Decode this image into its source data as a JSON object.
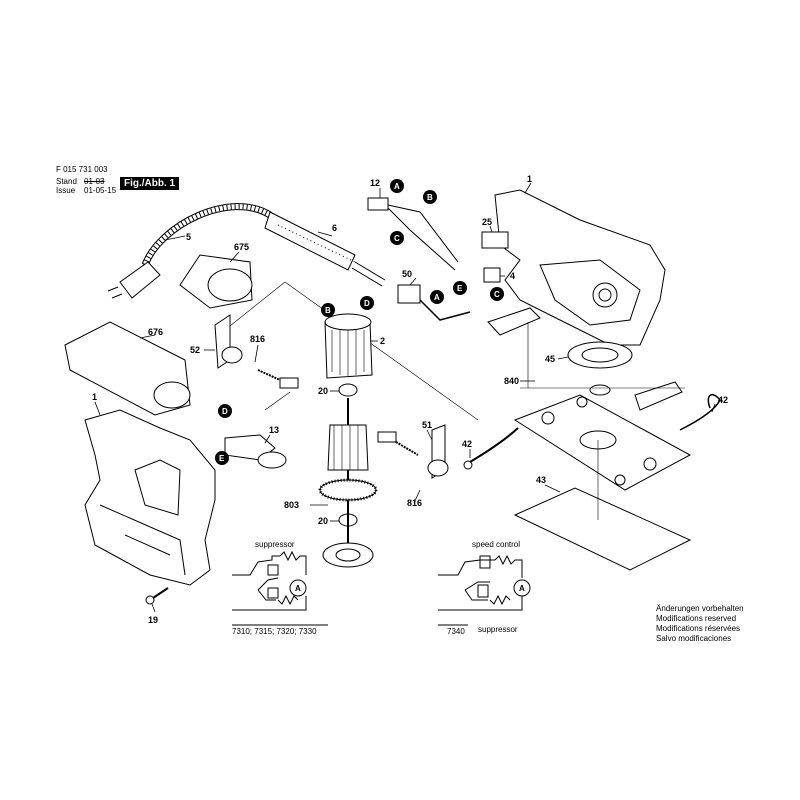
{
  "header": {
    "doc_number": "F 015 731 003",
    "stand_label": "Stand",
    "stand_value": "01-03",
    "issue_label": "Issue",
    "issue_value": "01-05-15",
    "figure_label": "Fig./Abb. 1"
  },
  "part_numbers": {
    "p1_top": "1",
    "p1_left": "1",
    "p2": "2",
    "p4": "4",
    "p5": "5",
    "p6": "6",
    "p12": "12",
    "p13": "13",
    "p19": "19",
    "p20a": "20",
    "p20b": "20",
    "p25": "25",
    "p42a": "42",
    "p42b": "42",
    "p43": "43",
    "p45": "45",
    "p50": "50",
    "p51": "51",
    "p52": "52",
    "p675": "675",
    "p676": "676",
    "p803": "803",
    "p816a": "816",
    "p816b": "816",
    "p840": "840"
  },
  "connectors": {
    "A1": "A",
    "A2": "A",
    "B1": "B",
    "B2": "B",
    "C1": "C",
    "C2": "C",
    "D1": "D",
    "D2": "D",
    "E1": "E",
    "E2": "E"
  },
  "circuits": {
    "left_label": "suppressor",
    "left_models": "7310; 7315; 7320; 7330",
    "right_label_top": "speed control",
    "right_label_bottom": "suppressor",
    "right_models": "7340",
    "ammeter": "A"
  },
  "modifications": {
    "de": "Änderungen vorbehalten",
    "en": "Modifications reserved",
    "fr": "Modifications réservées",
    "es": "Salvo modificaciones"
  }
}
